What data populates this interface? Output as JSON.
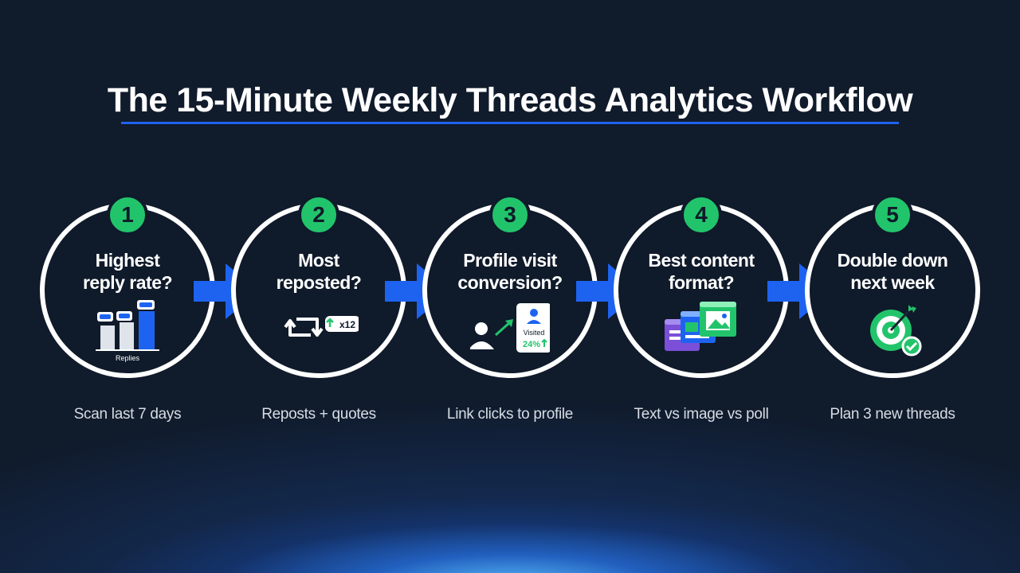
{
  "title": "The 15-Minute Weekly Threads Analytics Workflow",
  "colors": {
    "accent_blue": "#1e63f0",
    "badge_green": "#22c46b",
    "background": "#101b2b",
    "ring": "#ffffff"
  },
  "steps": [
    {
      "number": "1",
      "line1": "Highest",
      "line2": "reply rate?",
      "caption": "Scan last 7 days",
      "icon": "bar-chart-icon",
      "icon_label": "Replies"
    },
    {
      "number": "2",
      "line1": "Most",
      "line2": "reposted?",
      "caption": "Reposts + quotes",
      "icon": "repost-icon",
      "icon_label": "x12"
    },
    {
      "number": "3",
      "line1": "Profile visit",
      "line2": "conversion?",
      "caption": "Link clicks to profile",
      "icon": "profile-visit-icon",
      "icon_label": "Visited",
      "icon_value": "24%"
    },
    {
      "number": "4",
      "line1": "Best content",
      "line2": "format?",
      "caption": "Text vs image vs poll",
      "icon": "content-format-icon"
    },
    {
      "number": "5",
      "line1": "Double down",
      "line2": "next week",
      "caption": "Plan 3 new threads",
      "icon": "target-check-icon"
    }
  ]
}
